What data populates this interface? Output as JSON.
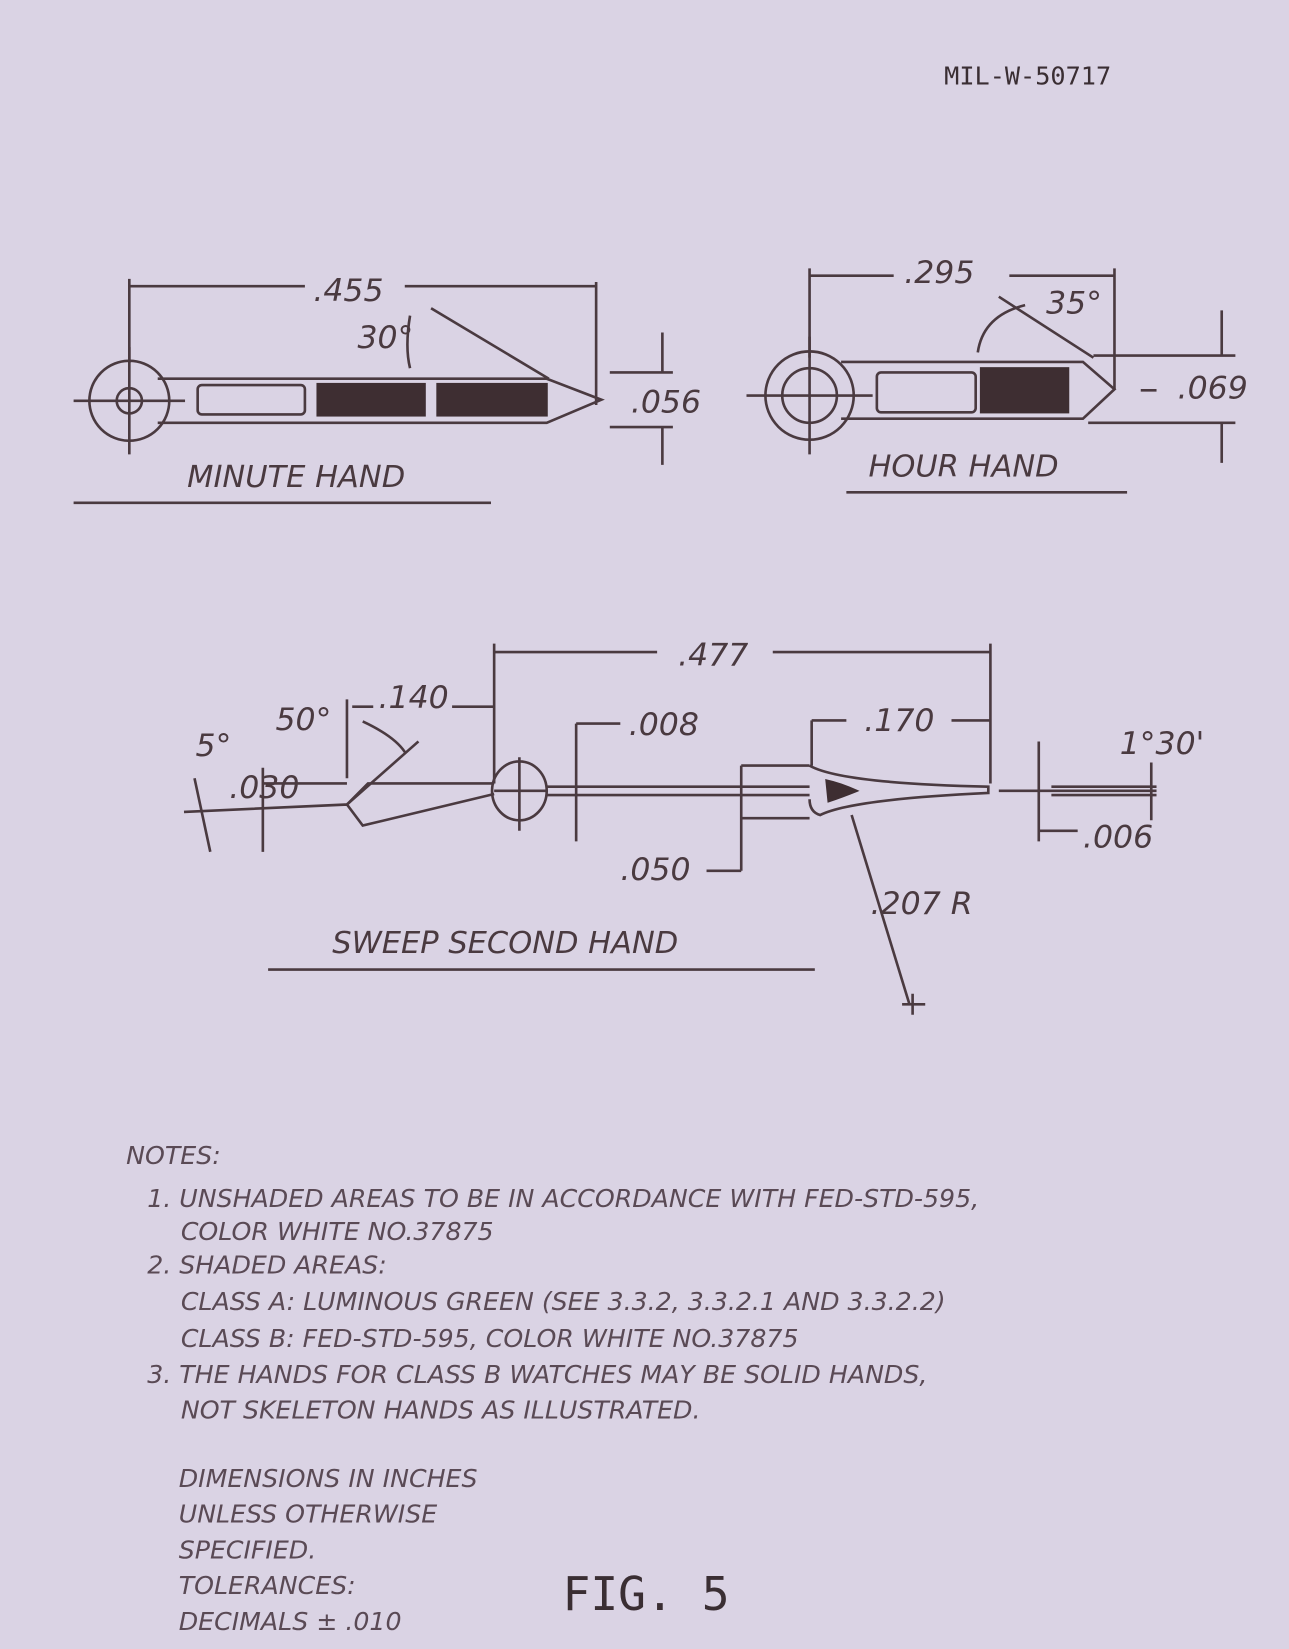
{
  "header": {
    "doc_number": "MIL-W-50717"
  },
  "minute_hand": {
    "title": "MINUTE HAND",
    "length": ".455",
    "angle": "30°",
    "width": ".056"
  },
  "hour_hand": {
    "title": "HOUR HAND",
    "length": ".295",
    "angle": "35°",
    "width": ".069"
  },
  "sweep_second_hand": {
    "title": "SWEEP SECOND HAND",
    "length": ".477",
    "tail": ".140",
    "angle_tail": "50°",
    "angle_small": "5°",
    "tail_width": ".030",
    "shaft_width": ".008",
    "tip_length": ".170",
    "tip_angle": "1°30'",
    "tip_width": ".006",
    "bulge_width": ".050",
    "radius": ".207 R"
  },
  "notes": {
    "heading": "NOTES:",
    "lines": [
      "1. UNSHADED AREAS TO BE IN ACCORDANCE WITH FED-STD-595,",
      "COLOR WHITE NO.37875",
      "2. SHADED AREAS:",
      "CLASS A: LUMINOUS GREEN (SEE 3.3.2, 3.3.2.1 AND 3.3.2.2)",
      "CLASS B: FED-STD-595, COLOR WHITE NO.37875",
      "3. THE HANDS FOR CLASS B  WATCHES MAY BE SOLID HANDS,",
      "NOT SKELETON HANDS AS ILLUSTRATED."
    ]
  },
  "dimensions_note": [
    "DIMENSIONS IN INCHES",
    "UNLESS OTHERWISE",
    "SPECIFIED.",
    "TOLERANCES:",
    "DECIMALS ± .010"
  ],
  "figure_label": "FIG. 5"
}
